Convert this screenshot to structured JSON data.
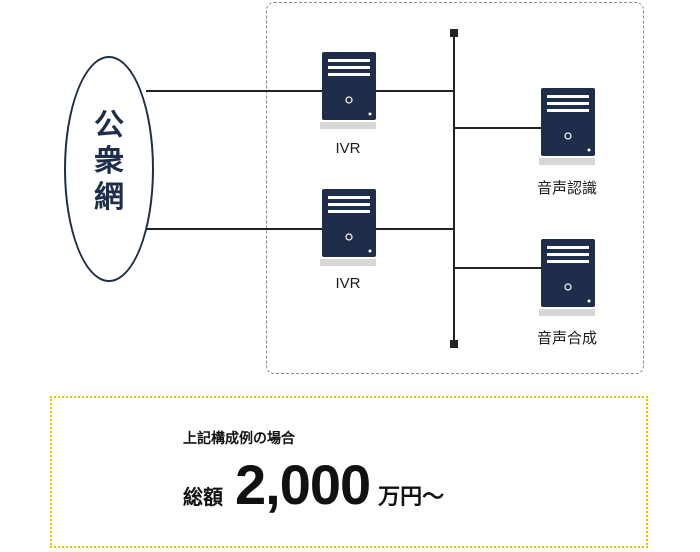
{
  "network": {
    "label_chars": [
      "公",
      "衆",
      "網"
    ]
  },
  "servers": [
    {
      "id": "ivr1",
      "label": "IVR"
    },
    {
      "id": "ivr2",
      "label": "IVR"
    },
    {
      "id": "asr",
      "label": "音声認識"
    },
    {
      "id": "tts",
      "label": "音声合成"
    }
  ],
  "example": {
    "caption": "上記構成例の場合",
    "price_label": "総額",
    "price_value": "2,000",
    "price_unit": "万円〜"
  },
  "colors": {
    "server": "#1f2d4a",
    "accent_border": "#e8c300"
  }
}
